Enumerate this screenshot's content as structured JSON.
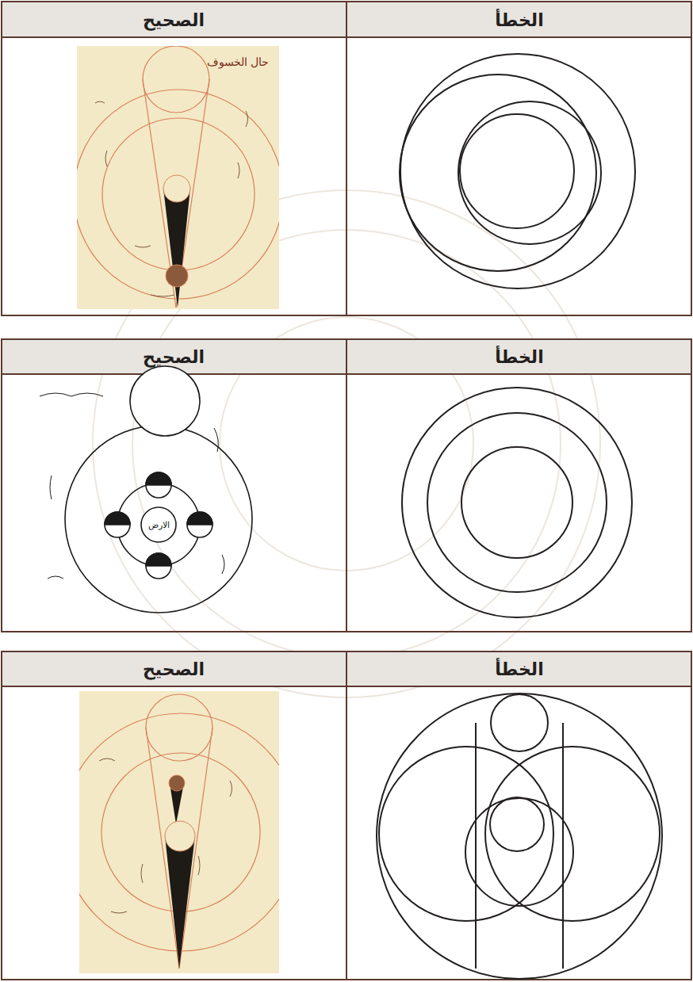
{
  "diagram": {
    "labels": [
      "الصحيح",
      "الخطأ",
      "حال الخسوف",
      "الصحيح",
      "الخطأ",
      "الارض",
      "الصحيح",
      "الخطأ"
    ]
  }
}
